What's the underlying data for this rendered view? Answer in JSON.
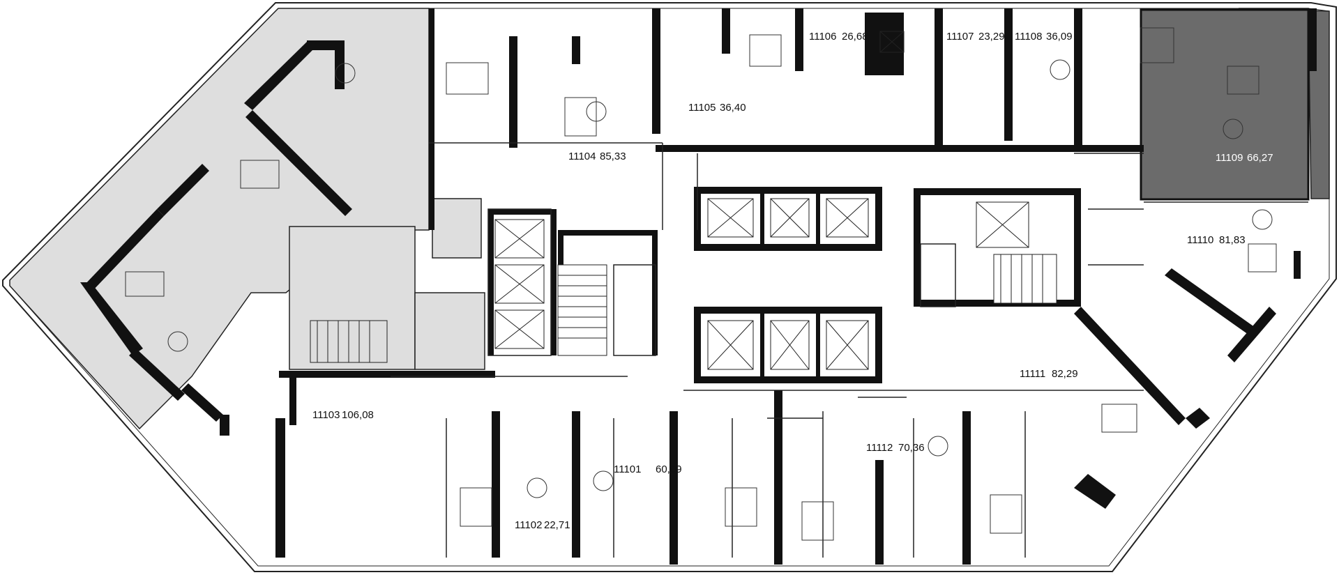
{
  "floor_plan": {
    "apartments": [
      {
        "number": "11101",
        "area": "60,09",
        "selected": false
      },
      {
        "number": "11102",
        "area": "22,71",
        "selected": false
      },
      {
        "number": "11103",
        "area": "106,08",
        "selected": false
      },
      {
        "number": "11104",
        "area": "85,33",
        "selected": false
      },
      {
        "number": "11105",
        "area": "36,40",
        "selected": false
      },
      {
        "number": "11106",
        "area": "26,68",
        "selected": false
      },
      {
        "number": "11107",
        "area": "23,29",
        "selected": false
      },
      {
        "number": "11108",
        "area": "36,09",
        "selected": false
      },
      {
        "number": "11109",
        "area": "66,27",
        "selected": true
      },
      {
        "number": "11110",
        "area": "81,83",
        "selected": false
      },
      {
        "number": "11111",
        "area": "82,29",
        "selected": false
      },
      {
        "number": "11112",
        "area": "70,36",
        "selected": false
      }
    ],
    "colors": {
      "wall": "#111111",
      "terrace": "#dedede",
      "selected": "#6b6b6b",
      "background": "#ffffff",
      "line": "#222222"
    }
  }
}
